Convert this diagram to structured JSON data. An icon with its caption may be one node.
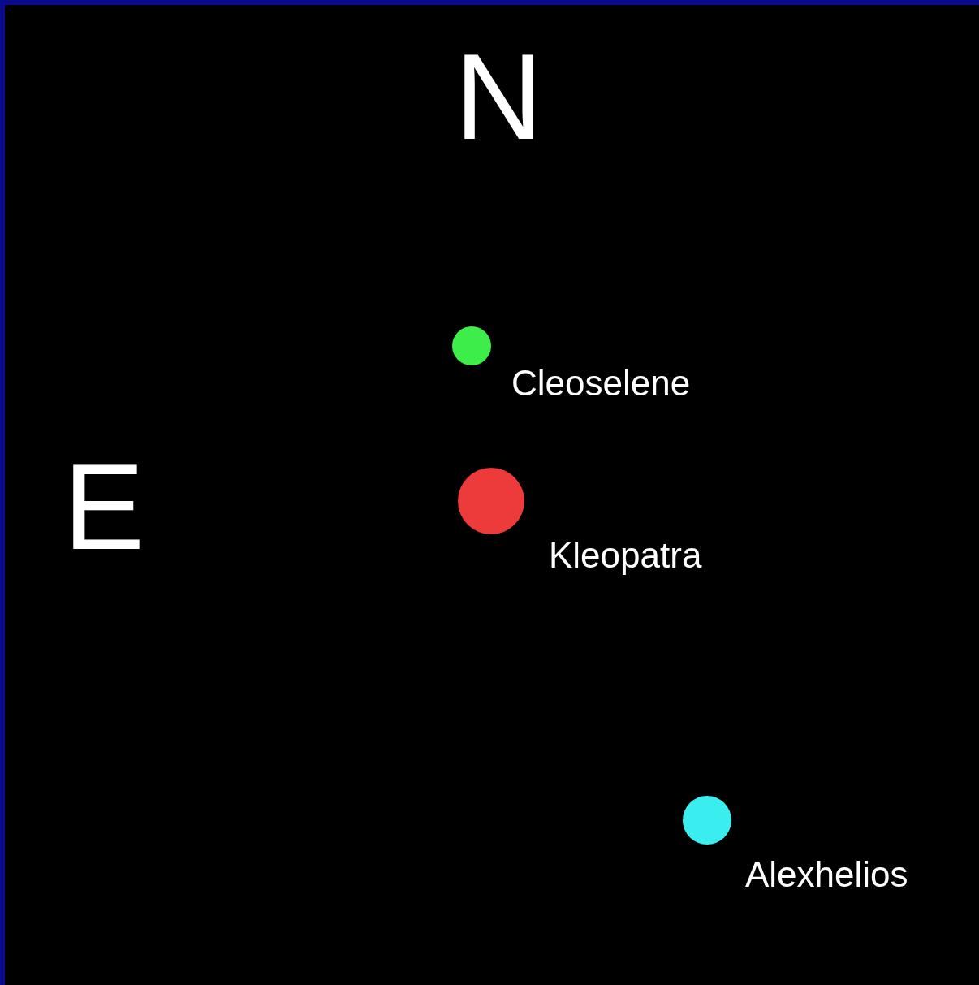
{
  "diagram": {
    "nodes": [
      {
        "text": [],
        "shape": "circle",
        "beside": [
          "Cleoselene"
        ]
      },
      {
        "text": [],
        "shape": "circle",
        "beside": [
          "Kleopatra"
        ]
      },
      {
        "text": [],
        "shape": "circle",
        "beside": [
          "Alexhelios"
        ]
      }
    ],
    "labels": [
      "N",
      "E"
    ]
  }
}
